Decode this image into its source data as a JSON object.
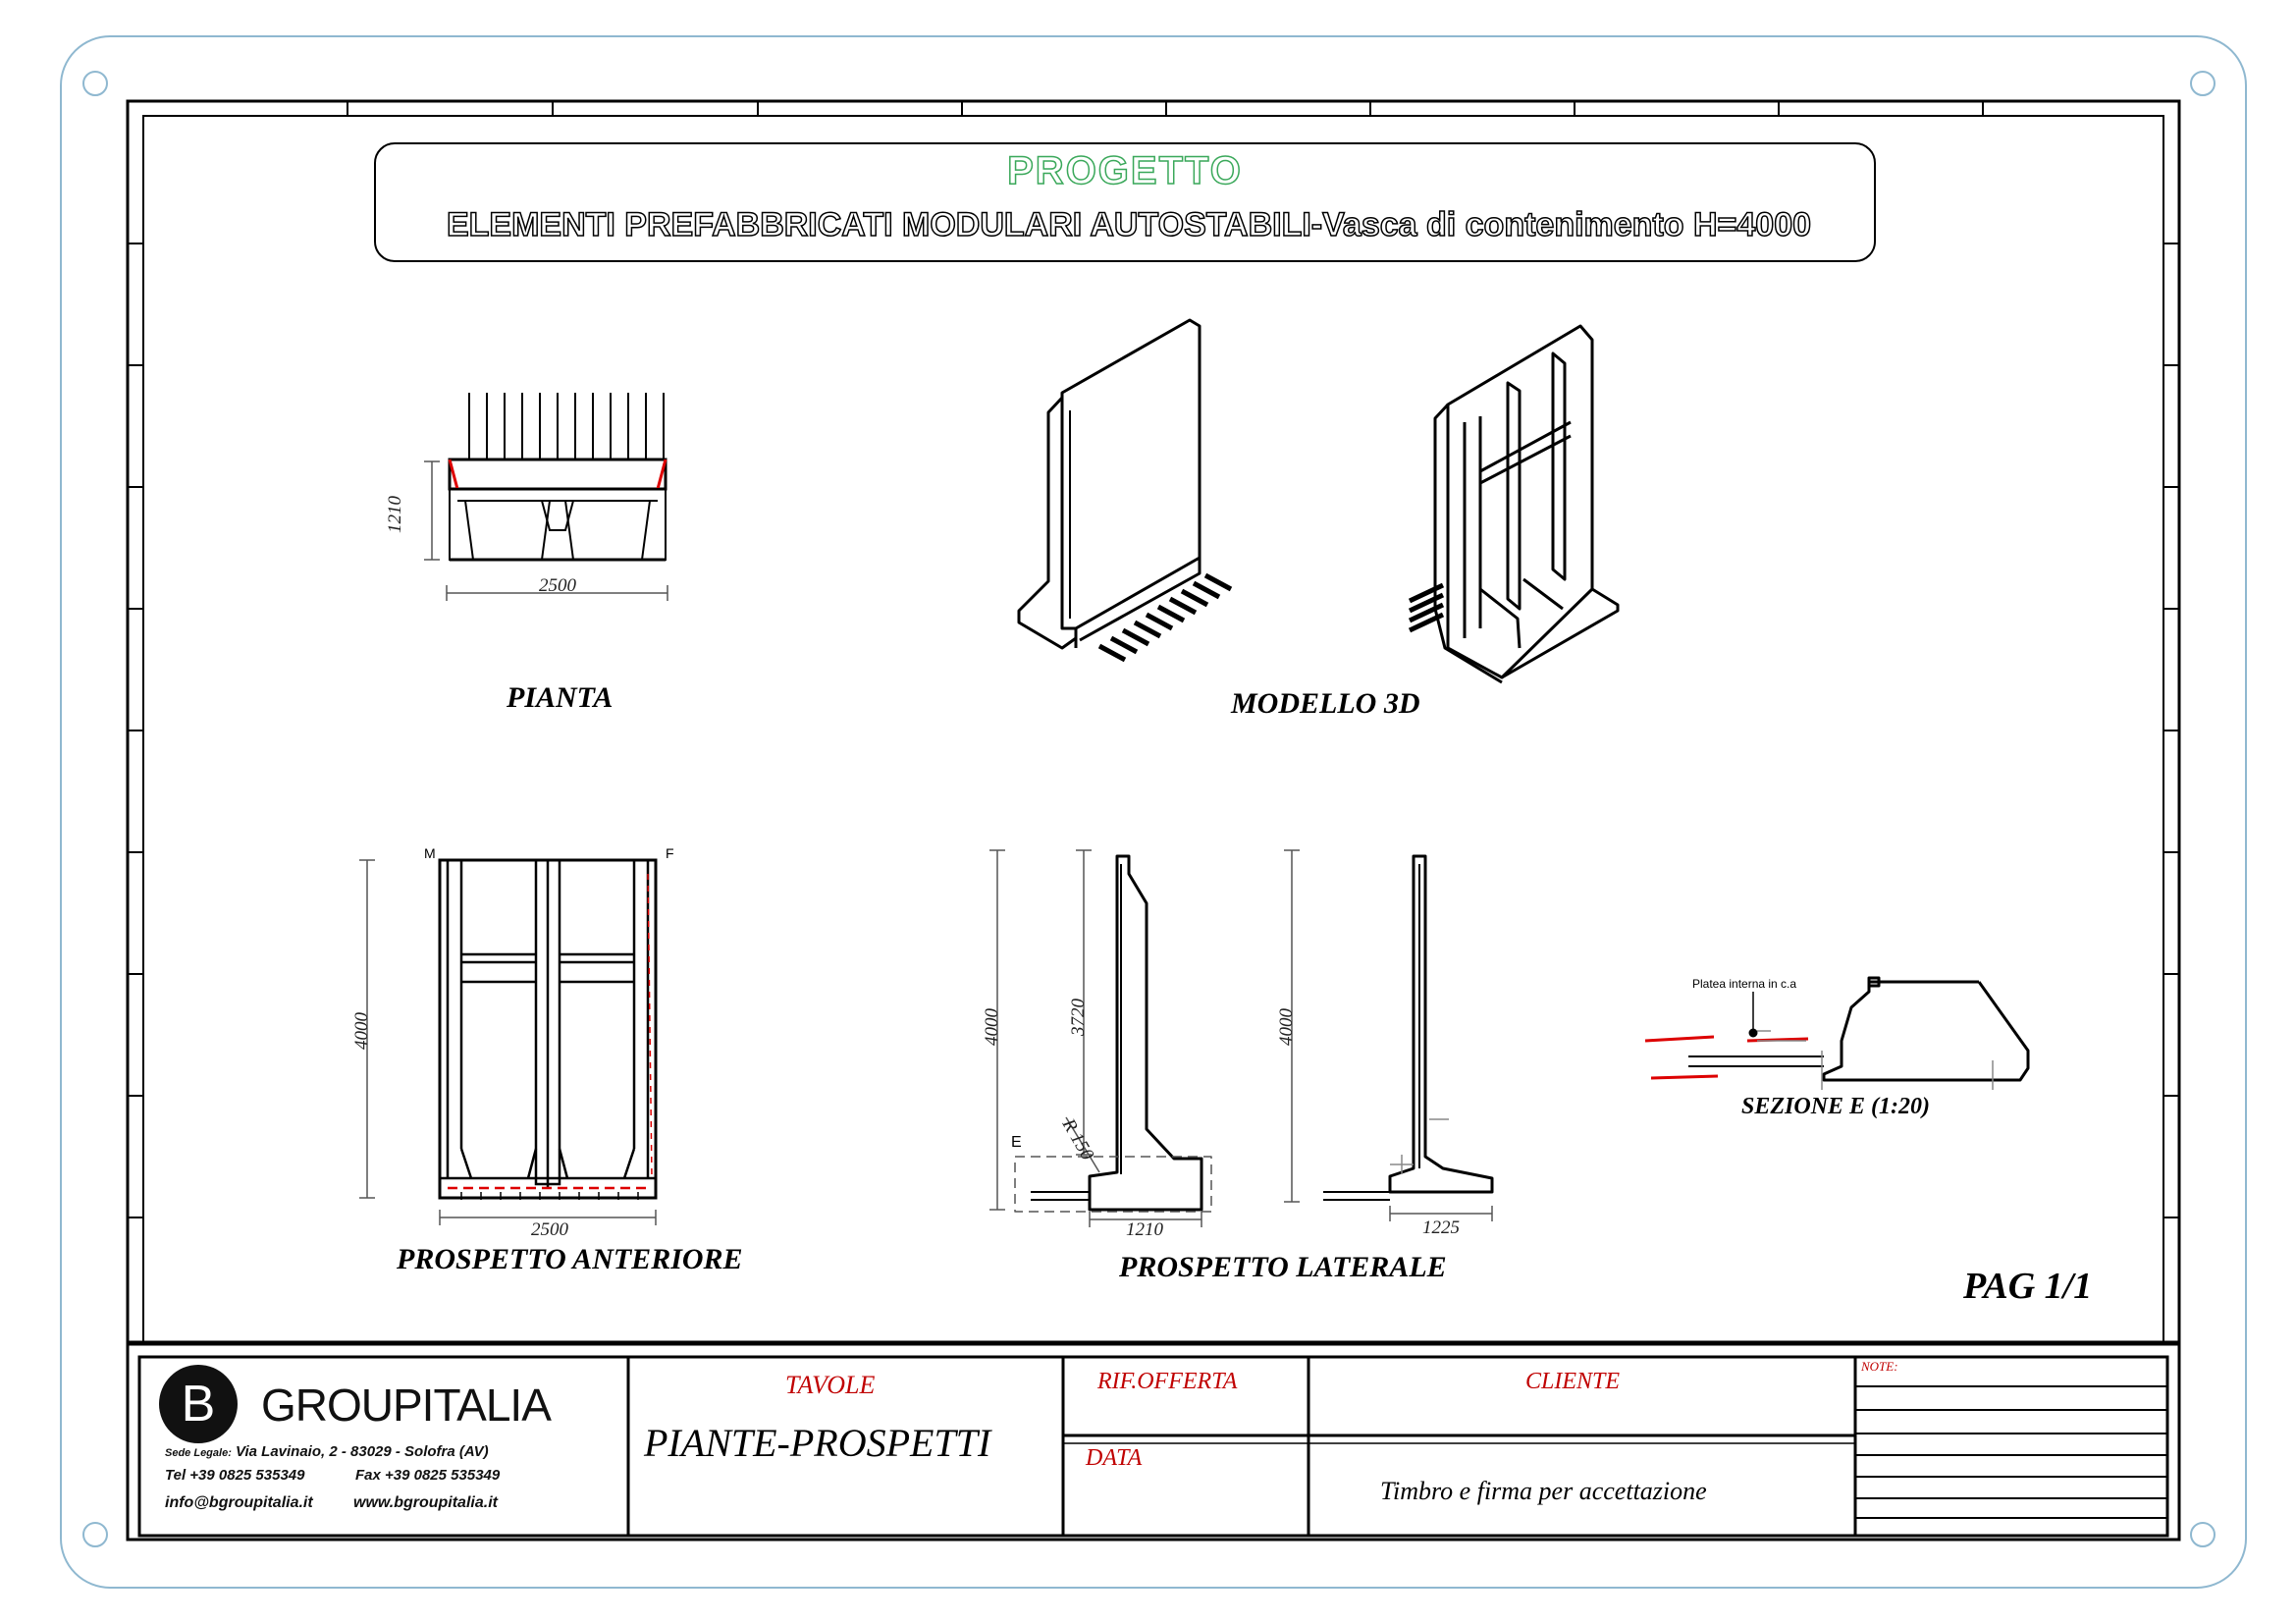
{
  "header": {
    "project_label": "PROGETTO",
    "project_title": "ELEMENTI PREFABBRICATI MODULARI AUTOSTABILI-Vasca di contenimento H=4000"
  },
  "views": {
    "pianta": {
      "label": "PIANTA",
      "dim_height": "1210",
      "dim_width": "2500"
    },
    "modello": {
      "label": "MODELLO 3D"
    },
    "anteriore": {
      "label": "PROSPETTO ANTERIORE",
      "dim_height": "4000",
      "dim_width": "2500",
      "mark_left": "M",
      "mark_right": "F"
    },
    "laterale": {
      "label": "PROSPETTO LATERALE",
      "dim_total": "4000",
      "dim_wall": "3720",
      "dim_radius": "R 150",
      "mark_e": "E",
      "dim_base_a": "1210",
      "dim_total_b": "4000",
      "dim_base_b": "1225"
    },
    "sezione": {
      "label": "SEZIONE E (1:20)",
      "note": "Platea interna in c.a"
    }
  },
  "page_number": "PAG 1/1",
  "title_block": {
    "logo_letter": "B",
    "company": "GROUPITALIA",
    "address_prefix": "Sede Legale:",
    "address": "Via Lavinaio, 2 - 83029 - Solofra (AV)",
    "tel": "Tel  +39 0825 535349",
    "fax": "Fax  +39 0825 535349",
    "email": "info@bgroupitalia.it",
    "website": "www.bgroupitalia.it",
    "tavole_label": "TAVOLE",
    "tavole_value": "PIANTE-PROSPETTI",
    "rif_label": "RIF.OFFERTA",
    "data_label": "DATA",
    "cliente_label": "CLIENTE",
    "timbro": "Timbro e firma per accettazione",
    "note_label": "NOTE:"
  },
  "colors": {
    "accent_green": "#3aa85a",
    "label_red": "#c00000",
    "frame_blue": "#8fb8d0"
  }
}
